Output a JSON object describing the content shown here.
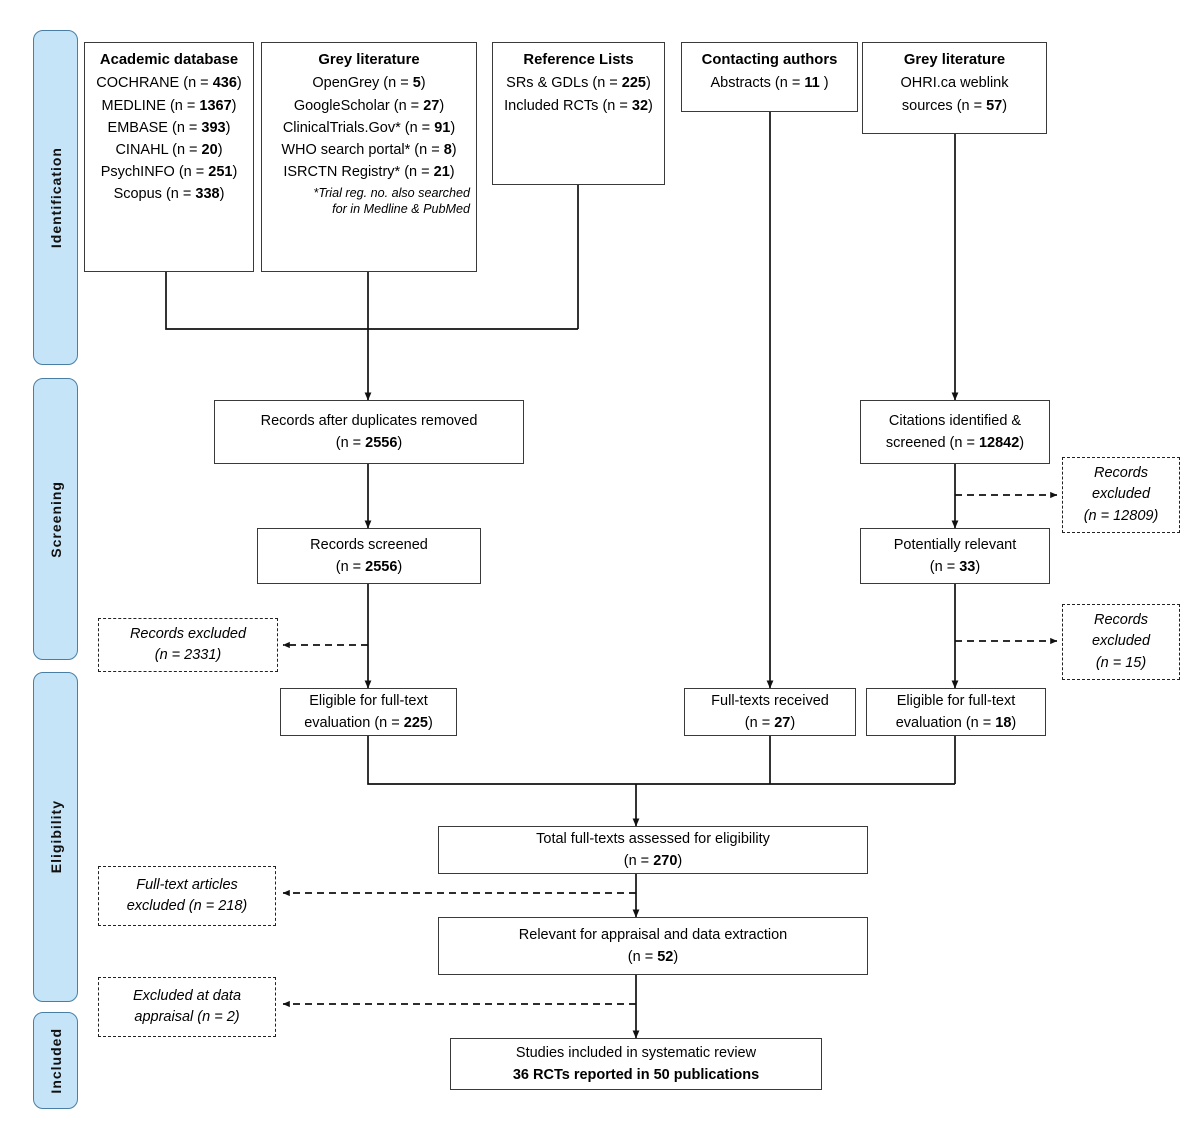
{
  "title": "PRISMA study selection flow diagram",
  "colors": {
    "stage_fill": "#C5E4F7",
    "stage_border": "#4A7FA5",
    "box_border": "#3A3A3A"
  },
  "stages": [
    {
      "label": "Identification"
    },
    {
      "label": "Screening"
    },
    {
      "label": "Eligibility"
    },
    {
      "label": "Included"
    }
  ],
  "identification": {
    "academic_database": {
      "header": "Academic database",
      "rows": [
        {
          "source": "COCHRANE",
          "n": "436",
          "text": "COCHRANE  (n = 436)"
        },
        {
          "source": "MEDLINE",
          "n": "1367",
          "text": "MEDLINE  (n = 1367)"
        },
        {
          "source": "EMBASE",
          "n": "393",
          "text": "EMBASE (n = 393)"
        },
        {
          "source": "CINAHL",
          "n": "20",
          "text": "CINAHL  (n = 20)"
        },
        {
          "source": "PsychINFO",
          "n": "251",
          "text": "PsychINFO (n = 251)"
        },
        {
          "source": "Scopus",
          "n": "338",
          "text": "Scopus (n = 338)"
        }
      ]
    },
    "grey_literature": {
      "header": "Grey literature",
      "rows": [
        {
          "source": "OpenGrey",
          "n": "5",
          "text": "OpenGrey (n = 5)"
        },
        {
          "source": "GoogleScholar",
          "n": "27",
          "text": "GoogleScholar (n = 27)"
        },
        {
          "source": "ClinicalTrials.Gov*",
          "n": "91",
          "text": "ClinicalTrials.Gov* (n = 91)"
        },
        {
          "source": "WHO search portal*",
          "n": "8",
          "text": "WHO search portal* (n = 8)"
        },
        {
          "source": "ISRCTN Registry*",
          "n": "21",
          "text": "ISRCTN  Registry* (n = 21)"
        }
      ],
      "footnote_line1": "*Trial reg. no. also searched",
      "footnote_line2": "for in Medline & PubMed"
    },
    "reference_lists": {
      "header": "Reference Lists",
      "rows": [
        {
          "source": "SRs & GDLs",
          "n": "225",
          "text": "SRs & GDLs (n = 225)"
        },
        {
          "source": "Included RCTs",
          "n": "32",
          "text": "Included RCTs (n = 32)"
        }
      ]
    },
    "contacting_authors": {
      "header": "Contacting authors",
      "rows": [
        {
          "source": "Abstracts",
          "n": "11",
          "text": "Abstracts (n = 11 )"
        }
      ]
    },
    "grey_literature_web": {
      "header": "Grey literature",
      "line1": "OHRI.ca  weblink",
      "line2": "sources (n = 57)",
      "n": "57"
    }
  },
  "screening": {
    "duplicates_removed": {
      "line1": "Records after duplicates removed",
      "line2": "(n = 2556)",
      "n": "2556"
    },
    "records_screened": {
      "line1": "Records screened",
      "line2": "(n = 2556)",
      "n": "2556"
    },
    "records_excluded_left": {
      "line1": "Records excluded",
      "line2": "(n = 2331)",
      "n": "2331"
    },
    "citations_identified": {
      "line1": "Citations identified &",
      "line2": "screened (n = 12842)",
      "n": "12842"
    },
    "records_excluded_right_1": {
      "line1": "Records",
      "line2": "excluded",
      "line3": "(n = 12809)",
      "n": "12809"
    },
    "potentially_relevant": {
      "line1": "Potentially relevant",
      "line2": "(n = 33)",
      "n": "33"
    },
    "records_excluded_right_2": {
      "line1": "Records",
      "line2": "excluded",
      "line3": "(n = 15)",
      "n": "15"
    }
  },
  "eligibility": {
    "eligible_fulltext_left": {
      "line1": "Eligible for full-text",
      "line2": "evaluation (n = 225)",
      "n": "225"
    },
    "fulltexts_received": {
      "line1": "Full-texts received",
      "line2": "(n = 27)",
      "n": "27"
    },
    "eligible_fulltext_right": {
      "line1": "Eligible for full-text",
      "line2": "evaluation (n = 18)",
      "n": "18"
    },
    "total_assessed": {
      "line1": "Total full-texts assessed for eligibility",
      "line2": "(n = 270)",
      "n": "270"
    },
    "fulltext_excluded": {
      "line1": "Full-text articles",
      "line2": "excluded (n = 218)",
      "n": "218"
    },
    "relevant_appraisal": {
      "line1": "Relevant for appraisal and data extraction",
      "line2": "(n = 52)",
      "n": "52"
    },
    "excluded_appraisal": {
      "line1": "Excluded at data",
      "line2": "appraisal (n = 2)",
      "n": "2"
    }
  },
  "included": {
    "final": {
      "line1": "Studies included in systematic review",
      "line2": "36 RCTs  reported in 50 publications",
      "rcts": "36",
      "publications": "50"
    }
  }
}
